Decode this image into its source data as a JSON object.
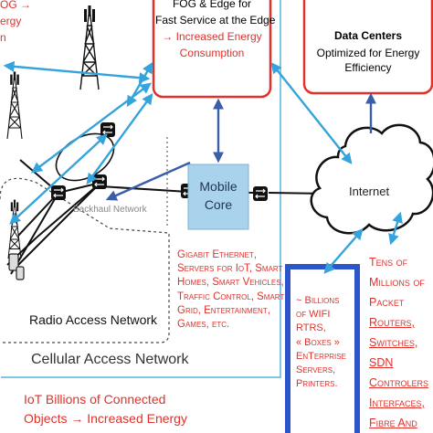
{
  "fog_box": {
    "line1": "FOG & Edge for",
    "line2": "Fast Service at the Edge",
    "line3": "→ Increased Energy",
    "line4": "Consumption"
  },
  "datacenter_box": {
    "title": "Data Centers",
    "line2": "Optimized for Energy",
    "line3": "Efficiency"
  },
  "top_left_snippets": {
    "line1": "OG →",
    "line2": "ergy",
    "line3": "n"
  },
  "mobile_core": {
    "line1": "Mobile",
    "line2": "Core"
  },
  "backhaul_label": "Backhaul Network",
  "internet_label": "Internet",
  "radio_access_label": "Radio Access Network",
  "cellular_access_label": "Cellular Access Network",
  "services_text": {
    "line1": "Gigabit Ethernet,",
    "line2": "Servers for IoT, Smart",
    "line3": "Homes, Smart Vehicles,",
    "line4": "Traffic Control, Smart",
    "line5": "Grid, Entertainment,",
    "line6": "Games, etc."
  },
  "billions_box": {
    "line1": "~ Billions",
    "line2": "of WIFI",
    "line3": "RTRS,",
    "line4": "« Boxes »",
    "line5": "EnTerprise",
    "line6": "Servers,",
    "line7": "Printers."
  },
  "tens_text": {
    "line1": "Tens of",
    "line2": "Millions of",
    "line3": "Packet",
    "line4": "Routers,",
    "line5": "Switches,",
    "line6": "SDN",
    "line7": "Controlers",
    "line8": "Interfaces,",
    "line9": "Fibre And"
  },
  "iot_text": {
    "line1": "IoT Billions of  Connected",
    "line2": "Objects → Increased Energy"
  },
  "colors": {
    "red": "#e0312b",
    "arrow_blue": "#35a4dc",
    "dark_blue": "#3a5fa8",
    "core_fill": "#a9d3ec",
    "box_blue": "#2b55c8",
    "frame_teal": "#7ec8e3"
  }
}
